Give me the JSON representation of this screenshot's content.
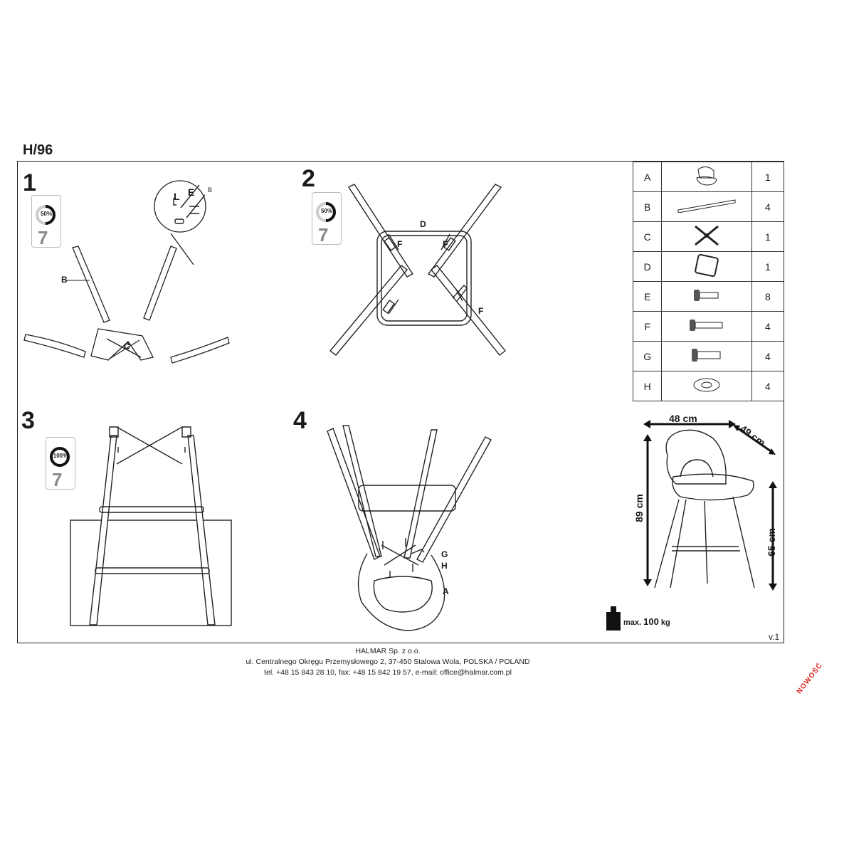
{
  "header": {
    "model": "H/96"
  },
  "steps": [
    {
      "number": "1",
      "progress": "50%",
      "time": "7",
      "labels": {
        "b": "B",
        "c": "C",
        "l": "L",
        "e": "E",
        "b_small": "B"
      }
    },
    {
      "number": "2",
      "progress": "50%",
      "time": "7",
      "labels": {
        "d": "D",
        "f1": "F",
        "f2": "F",
        "f3": "F"
      }
    },
    {
      "number": "3",
      "progress": "100%",
      "time": "7"
    },
    {
      "number": "4",
      "labels": {
        "g": "G",
        "h": "H",
        "a": "A"
      }
    }
  ],
  "parts": [
    {
      "letter": "A",
      "qty": "1",
      "icon": "seat-icon"
    },
    {
      "letter": "B",
      "qty": "4",
      "icon": "leg-icon"
    },
    {
      "letter": "C",
      "qty": "1",
      "icon": "cross-bracket-icon"
    },
    {
      "letter": "D",
      "qty": "1",
      "icon": "footrest-frame-icon"
    },
    {
      "letter": "E",
      "qty": "8",
      "icon": "short-bolt-icon"
    },
    {
      "letter": "F",
      "qty": "4",
      "icon": "long-bolt-icon"
    },
    {
      "letter": "G",
      "qty": "4",
      "icon": "bolt-icon"
    },
    {
      "letter": "H",
      "qty": "4",
      "icon": "washer-icon"
    }
  ],
  "dimensions": {
    "width": "48 cm",
    "depth": "49 cm",
    "height": "89 cm",
    "seat_height": "65 cm"
  },
  "max_load": {
    "prefix": "max.",
    "value": "100",
    "unit": "kg"
  },
  "version": "v.1",
  "footer": {
    "company": "HALMAR Sp. z o.o.",
    "address": "ul. Centralnego Okręgu Przemysłowego 2, 37-450 Stalowa Wola, POLSKA / POLAND",
    "contact": "tel. +48 15 843 28 10, fax: +48 15 842 19 57, e-mail: office@halmar.com.pl"
  },
  "stamp": "NOWOŚĆ"
}
